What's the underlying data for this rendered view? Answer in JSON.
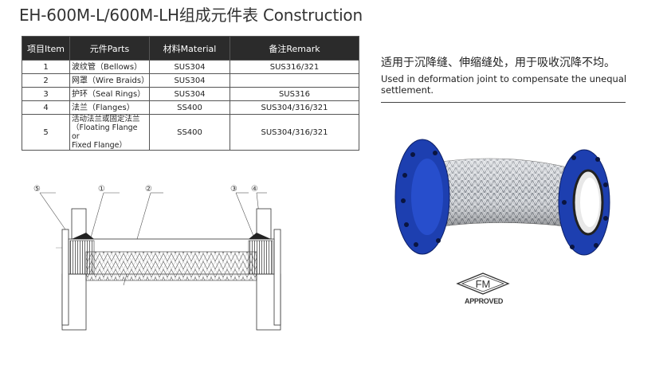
{
  "title": "EH-600M-L/600M-LH组成元件表 Construction",
  "table": {
    "headers": [
      "项目Item",
      "元件Parts",
      "材料Material",
      "备注Remark"
    ],
    "rows": [
      {
        "item": "1",
        "part": "波纹管（Bellows）",
        "material": "SUS304",
        "remark": "SUS316/321"
      },
      {
        "item": "2",
        "part": "网罩（Wire Braids）",
        "material": "SUS304",
        "remark": ""
      },
      {
        "item": "3",
        "part": "护环（Seal Rings）",
        "material": "SUS304",
        "remark": "SUS316"
      },
      {
        "item": "4",
        "part": "法兰（Flanges）",
        "material": "SS400",
        "remark": "SUS304/316/321"
      },
      {
        "item": "5",
        "part": "活动法兰或固定法兰\n（Floating Flange or\nFixed Flange）",
        "material": "SS400",
        "remark": "SUS304/316/321"
      }
    ]
  },
  "description": {
    "zh": "适用于沉降缝、伸缩缝处，用于吸收沉降不均。",
    "en": "Used in deformation joint to compensate the unequal settlement."
  },
  "drawing": {
    "callouts": [
      "⑤",
      "①",
      "②",
      "③",
      "④"
    ]
  },
  "certification": {
    "mark": "FM",
    "label": "APPROVED"
  },
  "colors": {
    "header_bg": "#2b2b2b",
    "flange_blue": "#1d3fb0",
    "rule": "#444444"
  }
}
